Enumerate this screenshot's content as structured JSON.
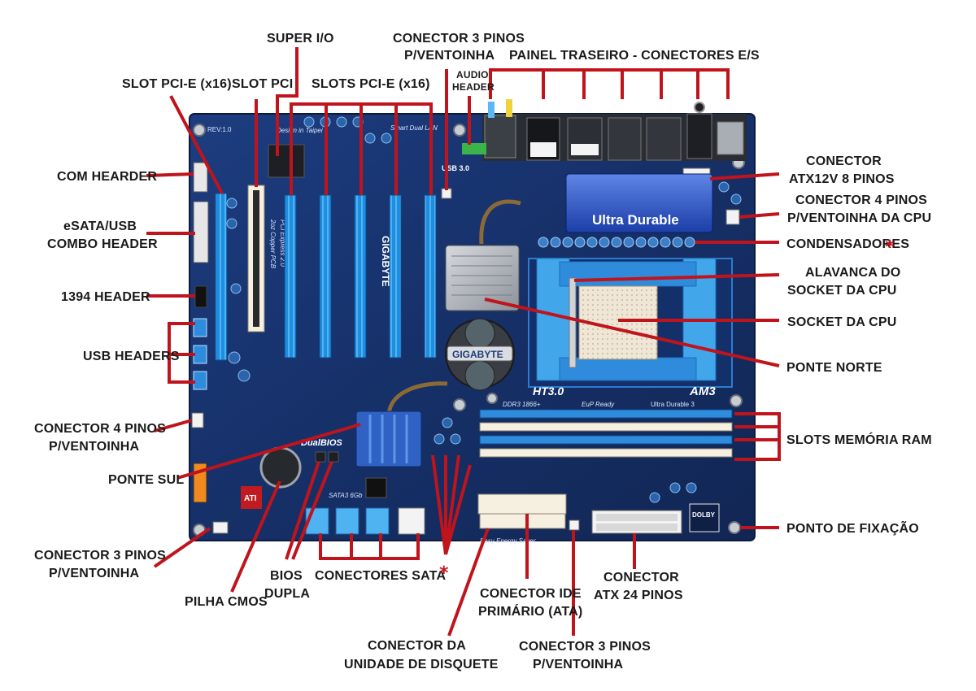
{
  "labels": {
    "super_io": "SUPER I/O",
    "fan3_top_1": "CONECTOR 3 PINOS",
    "fan3_top_2": "P/VENTOINHA",
    "painel_traseiro": "PAINEL TRASEIRO - CONECTORES E/S",
    "audio_header_1": "AUDIO",
    "audio_header_2": "HEADER",
    "slot_pcie16_left": "SLOT PCI-E (x16)",
    "slot_pci": "SLOT PCI",
    "slots_pcie16": "SLOTS PCI-E (x16)",
    "com_header": "COM HEARDER",
    "esata_1": "eSATA/USB",
    "esata_2": "COMBO HEADER",
    "h1394": "1394 HEADER",
    "usb_headers": "USB HEADERS",
    "fan4_left_1": "CONECTOR 4 PINOS",
    "fan4_left_2": "P/VENTOINHA",
    "ponte_sul": "PONTE SUL",
    "fan3_left_1": "CONECTOR 3 PINOS",
    "fan3_left_2": "P/VENTOINHA",
    "pilha_cmos": "PILHA CMOS",
    "bios_1": "BIOS",
    "bios_2": "DUPLA",
    "conectores_sata": "CONECTORES SATA",
    "asterisk": "*",
    "disquete_1": "CONECTOR DA",
    "disquete_2": "UNIDADE DE DISQUETE",
    "ide_1": "CONECTOR IDE",
    "ide_2": "PRIMÁRIO (ATA)",
    "fan3_bottom_1": "CONECTOR 3 PINOS",
    "fan3_bottom_2": "P/VENTOINHA",
    "atx24_1": "CONECTOR",
    "atx24_2": "ATX 24 PINOS",
    "atx12v_1": "CONECTOR",
    "atx12v_2": "ATX12V 8 PINOS",
    "fan4_cpu_1": "CONECTOR 4 PINOS",
    "fan4_cpu_2": "P/VENTOINHA DA CPU",
    "condensadores": "CONDENSADORES",
    "alavanca_1": "ALAVANCA DO",
    "alavanca_2": "SOCKET DA CPU",
    "socket": "SOCKET DA CPU",
    "ponte_norte": "PONTE NORTE",
    "slots_ram": "SLOTS MEMÓRIA RAM",
    "ponto_fixacao": "PONTO DE FIXAÇÃO"
  },
  "board_text": {
    "design": "Design in Taipei",
    "smart_dual_lan": "Smart Dual LAN",
    "rev": "REV:1.0",
    "usb30": "USB 3.0",
    "ultra_durable": "Ultra Durable",
    "pci_express": "PCI Express 2.0",
    "copper": "2oz Copper PCB",
    "gigabyte": "GIGABYTE",
    "ht30": "HT3.0",
    "am3": "AM3",
    "ddr3": "DDR3 1866+",
    "eup": "EuP Ready",
    "ultra_durable3": "Ultra Durable 3",
    "dualbios": "DualBIOS",
    "sata3": "SATA3 6Gb",
    "easy_energy": "Easy Energy Saver",
    "ati": "ATI",
    "dolby": "DOLBY"
  },
  "colors": {
    "board": "#17336f",
    "leader": "#c0141c",
    "slot_blue": "#2f8bdc",
    "socket_blue": "#41a7ea"
  }
}
